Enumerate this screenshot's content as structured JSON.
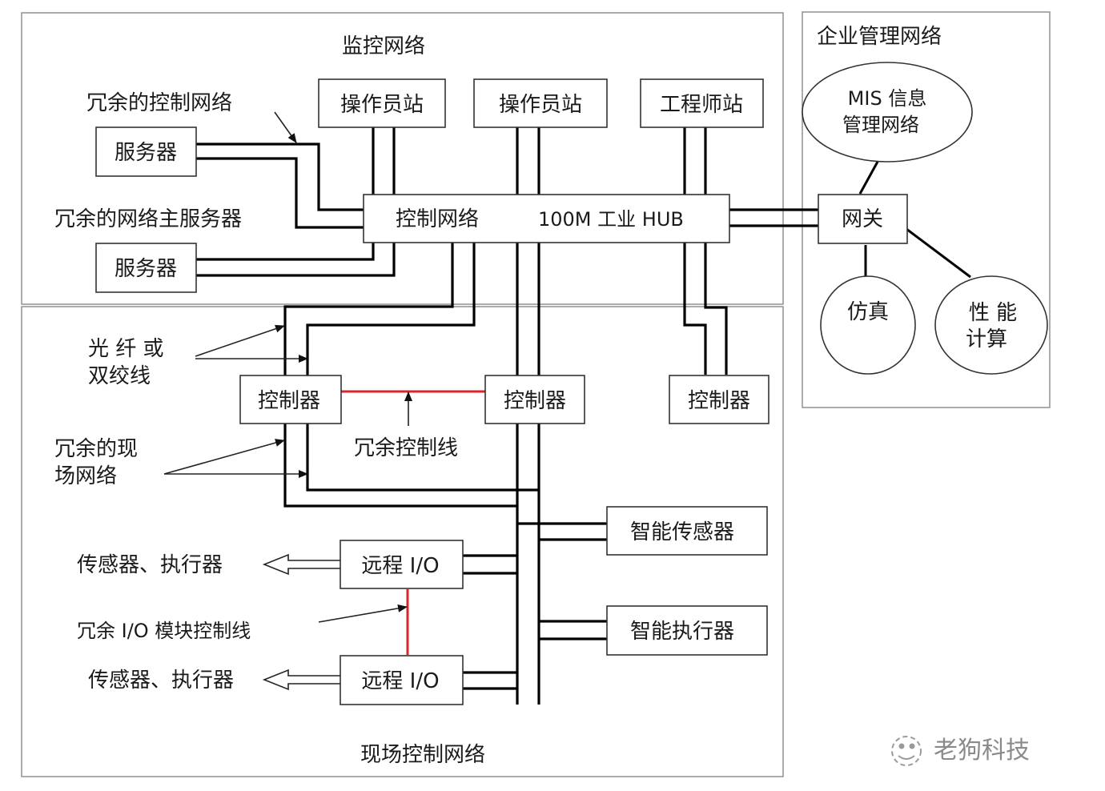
{
  "regions": {
    "monitoring": "监控网络",
    "enterprise": "企业管理网络",
    "field": "现场控制网络"
  },
  "hub": {
    "left": "控制网络",
    "right": "100M 工业 HUB"
  },
  "nodes": {
    "operator_station_1": "操作员站",
    "operator_station_2": "操作员站",
    "engineer_station": "工程师站",
    "server_1": "服务器",
    "server_2": "服务器",
    "gateway": "网关",
    "controller_1": "控制器",
    "controller_2": "控制器",
    "controller_3": "控制器",
    "smart_sensor": "智能传感器",
    "smart_actuator": "智能执行器",
    "remote_io_1": "远程 I/O",
    "remote_io_2": "远程 I/O"
  },
  "ellipses": {
    "mis_line1": "MIS 信息",
    "mis_line2": "管理网络",
    "simulation": "仿真",
    "perf_line1": "性 能",
    "perf_line2": "计算"
  },
  "annotations": {
    "redundant_control_net": "冗余的控制网络",
    "redundant_main_server": "冗余的网络主服务器",
    "fiber_line1": "光 纤 或",
    "fiber_line2": "双绞线",
    "redundant_control_line": "冗余控制线",
    "redundant_field_line1": "冗余的现",
    "redundant_field_line2": "场网络",
    "sensor_actuator_1": "传感器、执行器",
    "redundant_io_line": "冗余 I/O 模块控制线",
    "sensor_actuator_2": "传感器、执行器"
  },
  "watermark": "老狗科技"
}
